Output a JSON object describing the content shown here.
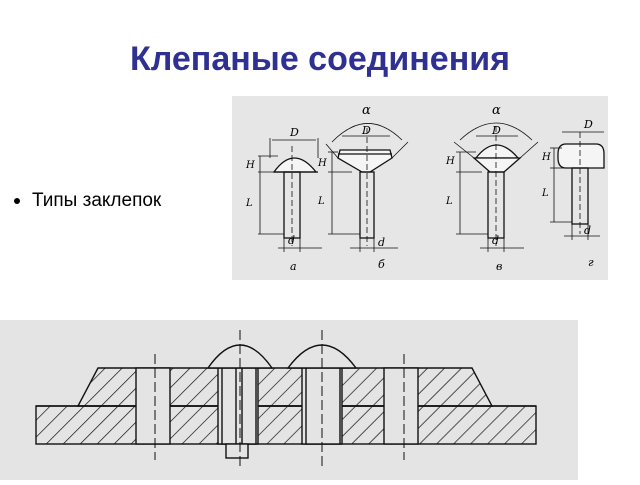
{
  "slide": {
    "title": "Клепаные соединения",
    "bullet": "Типы заклепок"
  },
  "rivet_types_figure": {
    "alpha": "α",
    "dim_D": "D",
    "dim_H": "H",
    "dim_L": "L",
    "dim_d": "d",
    "caption_a": "а",
    "caption_b": "б",
    "caption_v": "в",
    "caption_g": "г"
  },
  "colors": {
    "title": "#2e3192",
    "figure_bg": "#e6e6e6",
    "line": "#111111"
  }
}
